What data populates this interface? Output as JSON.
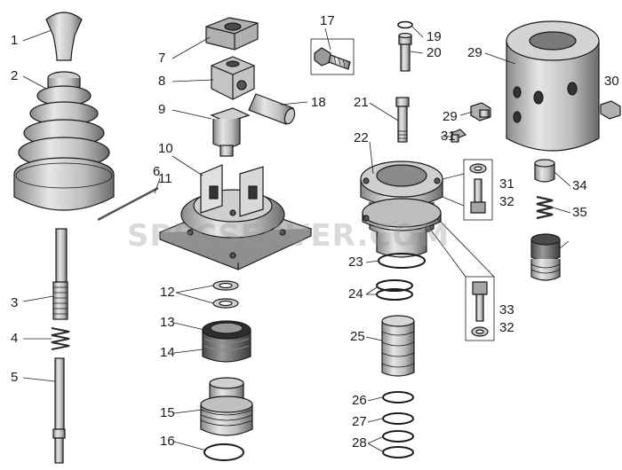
{
  "watermark": "SPECSERVER.COM",
  "labels": [
    "1",
    "2",
    "3",
    "4",
    "5",
    "6",
    "7",
    "8",
    "9",
    "10",
    "11",
    "12",
    "13",
    "14",
    "15",
    "16",
    "17",
    "18",
    "19",
    "20",
    "21",
    "22",
    "23",
    "24",
    "25",
    "26",
    "27",
    "28",
    "29",
    "29",
    "30",
    "31",
    "31",
    "32",
    "32",
    "33",
    "34",
    "35"
  ],
  "colors": {
    "ink": "#1a1a1a",
    "shade": "#6e6e6e",
    "light": "#d9d9d9",
    "mid": "#a6a6a6",
    "dark": "#3c3c3c"
  }
}
